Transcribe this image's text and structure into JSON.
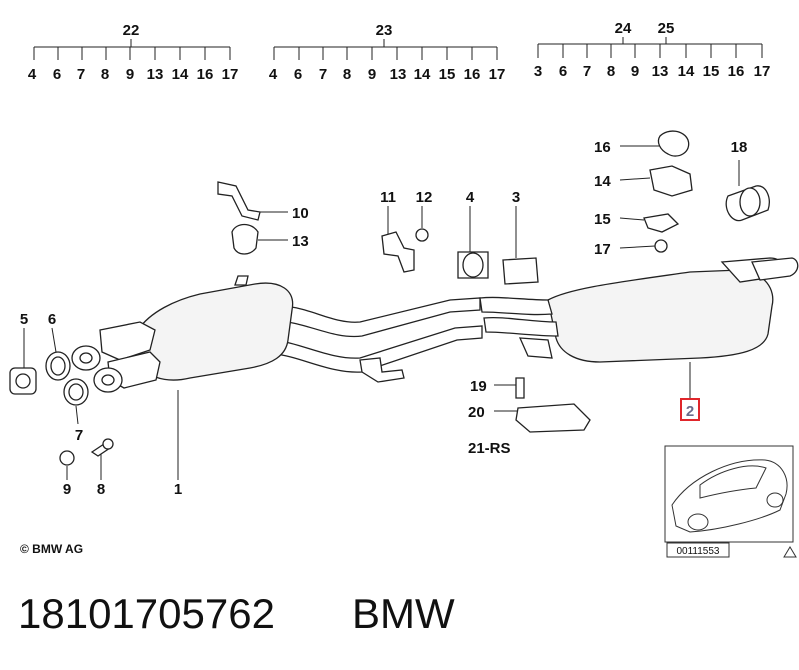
{
  "groups": [
    {
      "number": "22",
      "items": [
        "4",
        "6",
        "7",
        "8",
        "9",
        "13",
        "14",
        "16",
        "17"
      ]
    },
    {
      "number": "23",
      "items": [
        "4",
        "6",
        "7",
        "8",
        "9",
        "13",
        "14",
        "15",
        "16",
        "17"
      ]
    },
    {
      "numbers": [
        "24",
        "25"
      ],
      "items": [
        "3",
        "6",
        "7",
        "8",
        "9",
        "13",
        "14",
        "15",
        "16",
        "17"
      ]
    }
  ],
  "callouts": {
    "p1": "1",
    "p2": "2",
    "p3": "3",
    "p4": "4",
    "p5": "5",
    "p6": "6",
    "p7": "7",
    "p8": "8",
    "p9": "9",
    "p10": "10",
    "p11": "11",
    "p12": "12",
    "p13": "13",
    "p14": "14",
    "p15": "15",
    "p16": "16",
    "p17": "17",
    "p18": "18",
    "p19": "19",
    "p20": "20",
    "p21": "21-RS"
  },
  "copyright": "© BMW AG",
  "inset_ref": "00111553",
  "footer": {
    "part_number": "18101705762",
    "brand": "BMW"
  },
  "colors": {
    "highlight": "#e0262b",
    "highlight_text": "#6b6b8a",
    "ink": "#111111"
  }
}
